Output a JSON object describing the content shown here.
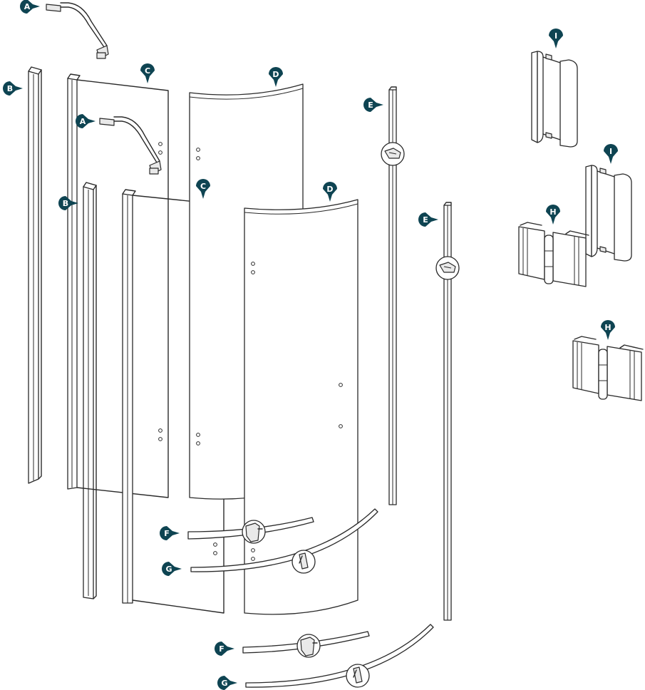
{
  "colors": {
    "callout": "#0e4452",
    "callout_text": "#ffffff",
    "line": "#2a2a2a",
    "background": "#ffffff"
  },
  "callouts": {
    "A1": "A",
    "A2": "A",
    "B1": "B",
    "B2": "B",
    "C1": "C",
    "C2": "C",
    "D1": "D",
    "D2": "D",
    "E1": "E",
    "E2": "E",
    "F1": "F",
    "F2": "F",
    "G1": "G",
    "G2": "G",
    "H1": "H",
    "H2": "H",
    "I1": "I",
    "I2": "I"
  }
}
